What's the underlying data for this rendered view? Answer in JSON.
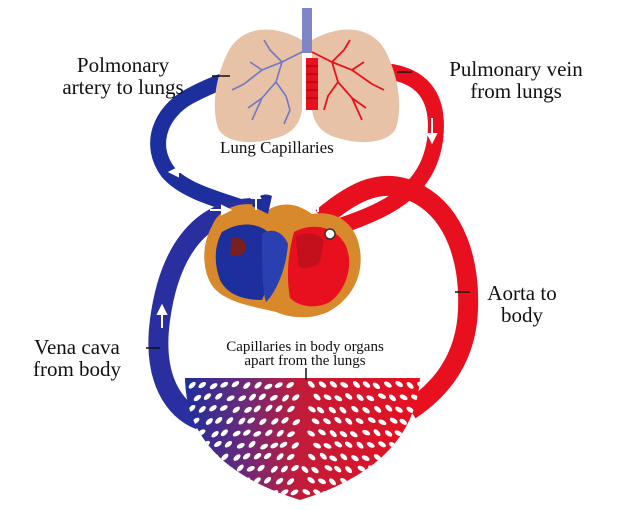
{
  "labels": {
    "pulmonary_artery": {
      "line1": "Polmonary",
      "line2": "artery to lungs"
    },
    "pulmonary_vein": {
      "line1": "Pulmonary vein",
      "line2": "from lungs"
    },
    "lung_capillaries": "Lung Capillaries",
    "aorta": {
      "line1": "Aorta to",
      "line2": "body"
    },
    "vena_cava": {
      "line1": "Vena cava",
      "line2": "from body"
    },
    "body_capillaries": {
      "line1": "Capillaries in body  organs",
      "line2": "apart from the lungs"
    }
  },
  "colors": {
    "oxygenated": "#e8101e",
    "deoxygenated": "#1c2f9c",
    "lung_tissue": "#e8c2a6",
    "heart_muscle": "#d8892c",
    "capillary_cells": "#ffffff"
  },
  "icons": [
    "lungs-icon",
    "heart-icon",
    "trachea-icon",
    "flow-arrow-icon"
  ]
}
